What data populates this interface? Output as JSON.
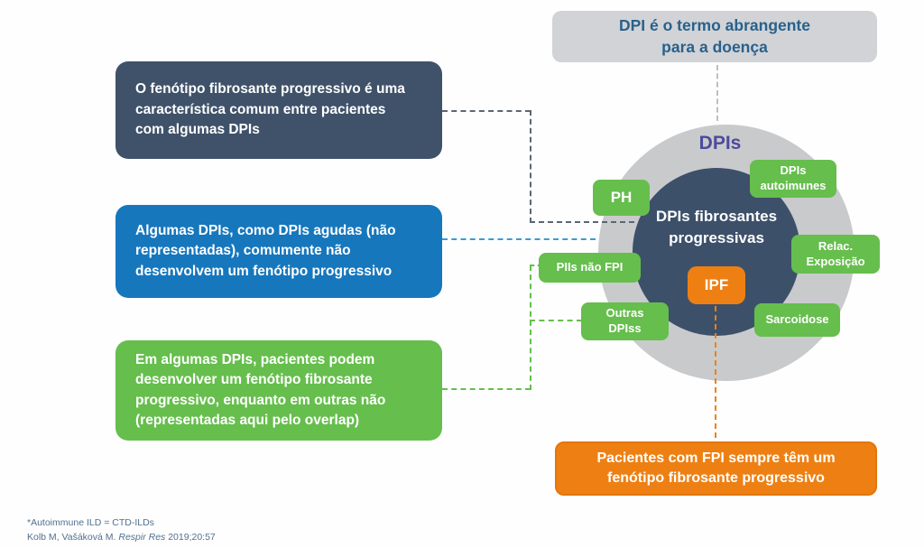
{
  "colors": {
    "navy_box": "#3F5269",
    "blue_box": "#1677BD",
    "green": "#66BE4D",
    "orange": "#EE8013",
    "outer_circle": "#C9CACC",
    "inner_circle": "#3D506A",
    "top_box_bg": "#D2D3D6",
    "top_box_text": "#28618C",
    "outer_label_text": "#4C4B9B",
    "footnote_text": "#51708F",
    "connector_navy": "#5C6673",
    "connector_blue": "#3E9AD3",
    "connector_gray": "#BDBFC3"
  },
  "callouts": {
    "top": "DPI é o termo abrangente\npara a doença",
    "left_navy": "O fenótipo fibrosante progressivo é uma\ncaracterística comum entre pacientes\ncom algumas DPIs",
    "left_blue": "Algumas DPIs, como DPIs agudas (não\nrepresentadas), comumente não\ndesenvolvem um fenótipo progressivo",
    "left_green": "Em algumas DPIs, pacientes podem\ndesenvolver um fenótipo fibrosante\nprogressivo, enquanto em outras não\n(representadas aqui pelo overlap)",
    "bottom_orange": "Pacientes com FPI sempre têm um\nfenótipo fibrosante progressivo"
  },
  "venn": {
    "outer_label": "DPIs",
    "inner_label": "DPIs fibrosantes\nprogressivas",
    "ipf_label": "IPF",
    "satellites": [
      {
        "id": "ph",
        "label": "PH"
      },
      {
        "id": "dpis-autoimunes",
        "label": "DPIs\nautoimunes"
      },
      {
        "id": "relac-exposicao",
        "label": "Relac.\nExposição"
      },
      {
        "id": "piis-nao-fpi",
        "label": "PIIs não FPI"
      },
      {
        "id": "outras-dpiss",
        "label": "Outras\nDPIss"
      },
      {
        "id": "sarcoidose",
        "label": "Sarcoidose"
      }
    ]
  },
  "footnote": {
    "line1": "*Autoimmune ILD = CTD-ILDs",
    "citation_pre": "Kolb M, Vašáková M. ",
    "citation_italic": "Respir Res",
    "citation_post": " 2019;20:57"
  }
}
